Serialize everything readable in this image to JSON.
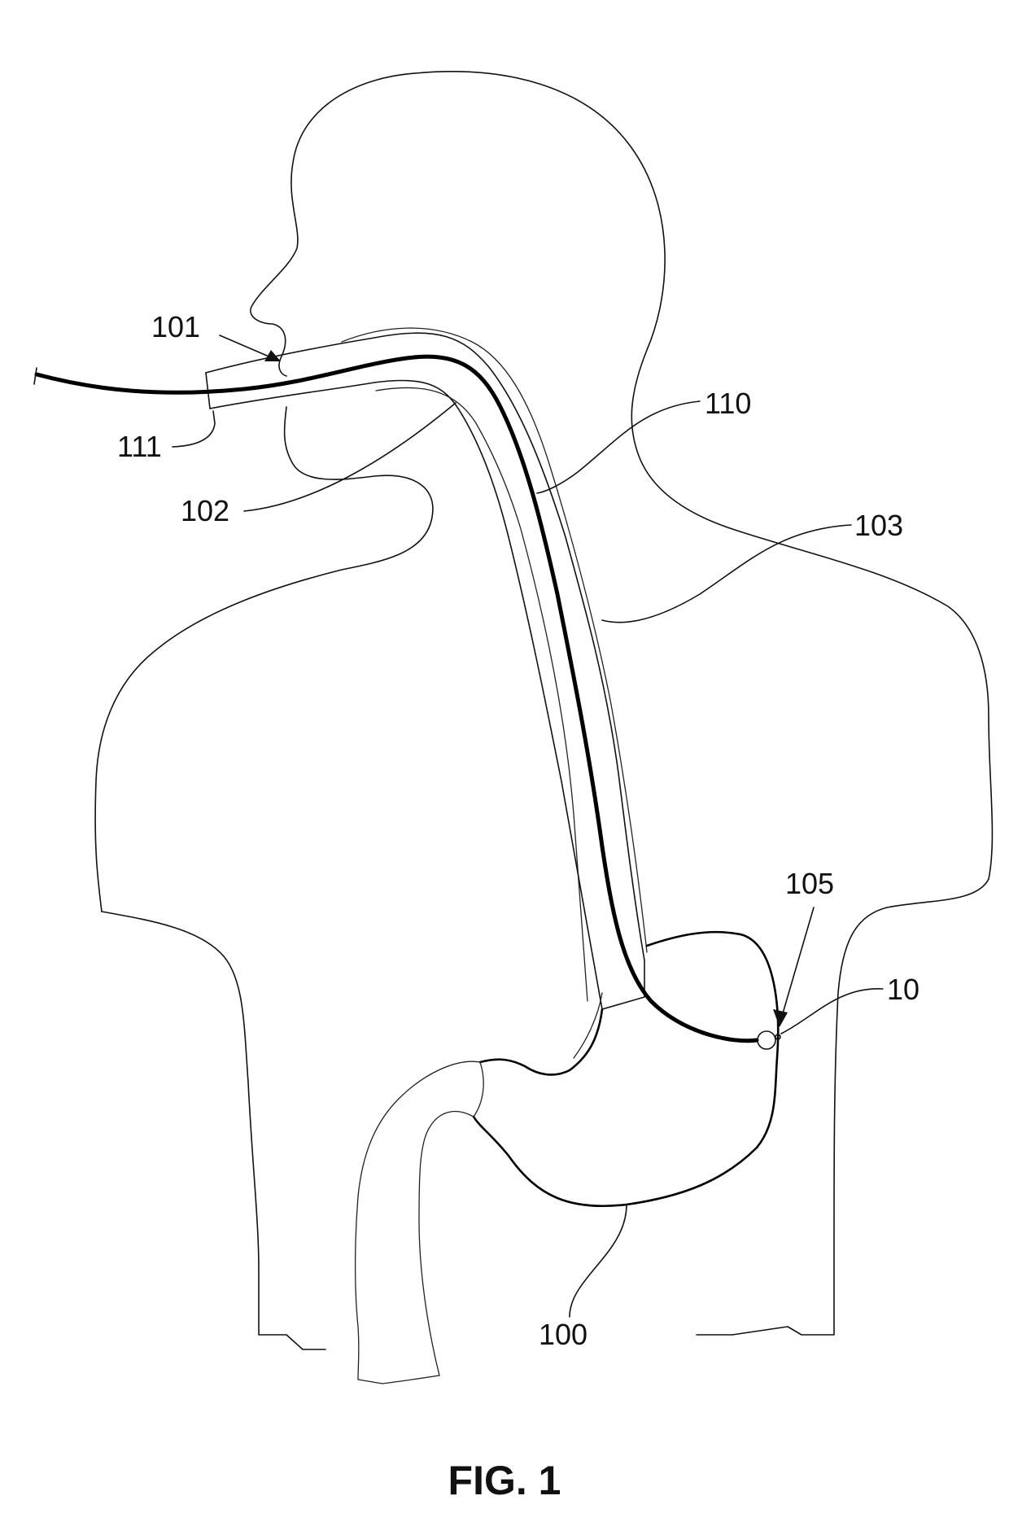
{
  "figure": {
    "caption": "FIG. 1",
    "labels": {
      "mouth_entry": "101",
      "tube_proximal_end": "111",
      "pharynx": "102",
      "wire": "110",
      "tube": "103",
      "target_site": "105",
      "device": "10",
      "stomach": "100"
    }
  }
}
